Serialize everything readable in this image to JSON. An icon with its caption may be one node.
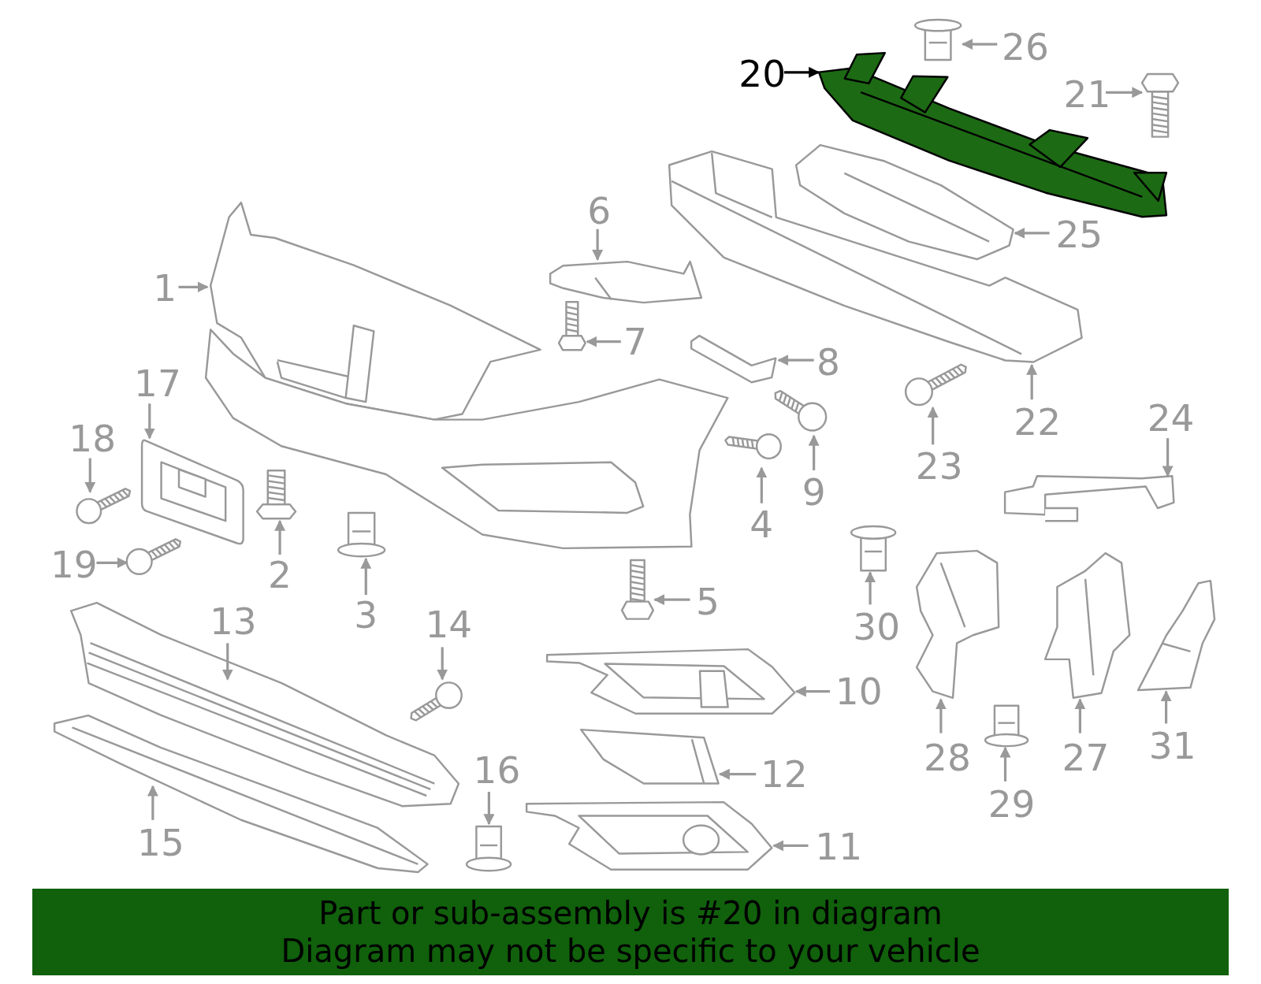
{
  "diagram": {
    "nodes": [
      {
        "text": [
          "1"
        ]
      },
      {
        "text": [],
        "shape": "picture"
      },
      {
        "text": [
          "2"
        ]
      },
      {
        "text": [],
        "shape": "picture"
      },
      {
        "text": [
          "3"
        ]
      },
      {
        "text": [],
        "shape": "picture"
      },
      {
        "text": [
          "4"
        ]
      },
      {
        "text": [],
        "shape": "picture"
      },
      {
        "text": [
          "5"
        ]
      },
      {
        "text": [],
        "shape": "picture"
      },
      {
        "text": [
          "6"
        ]
      },
      {
        "text": [],
        "shape": "picture"
      },
      {
        "text": [
          "7"
        ]
      },
      {
        "text": [],
        "shape": "picture"
      },
      {
        "text": [
          "8"
        ]
      },
      {
        "text": [],
        "shape": "picture"
      },
      {
        "text": [
          "9"
        ]
      },
      {
        "text": [],
        "shape": "picture"
      },
      {
        "text": [
          "10"
        ]
      },
      {
        "text": [],
        "shape": "picture"
      },
      {
        "text": [
          "11"
        ]
      },
      {
        "text": [],
        "shape": "picture"
      },
      {
        "text": [
          "12"
        ]
      },
      {
        "text": [],
        "shape": "picture"
      },
      {
        "text": [
          "13"
        ]
      },
      {
        "text": [],
        "shape": "picture"
      },
      {
        "text": [
          "14"
        ]
      },
      {
        "text": [],
        "shape": "picture"
      },
      {
        "text": [
          "15"
        ]
      },
      {
        "text": [],
        "shape": "picture"
      },
      {
        "text": [
          "16"
        ]
      },
      {
        "text": [],
        "shape": "picture"
      },
      {
        "text": [
          "17"
        ]
      },
      {
        "text": [],
        "shape": "picture"
      },
      {
        "text": [
          "18"
        ]
      },
      {
        "text": [],
        "shape": "picture"
      },
      {
        "text": [
          "19"
        ]
      },
      {
        "text": [],
        "shape": "picture"
      },
      {
        "text": [
          "20"
        ]
      },
      {
        "text": [],
        "shape": "picture"
      },
      {
        "text": [
          "21"
        ]
      },
      {
        "text": [],
        "shape": "picture"
      },
      {
        "text": [
          "22"
        ]
      },
      {
        "text": [],
        "shape": "picture"
      },
      {
        "text": [
          "23"
        ]
      },
      {
        "text": [],
        "shape": "picture"
      },
      {
        "text": [
          "24"
        ]
      },
      {
        "text": [],
        "shape": "picture"
      },
      {
        "text": [
          "25"
        ]
      },
      {
        "text": [],
        "shape": "picture"
      },
      {
        "text": [
          "26"
        ]
      },
      {
        "text": [],
        "shape": "picture"
      },
      {
        "text": [
          "27"
        ]
      },
      {
        "text": [],
        "shape": "picture"
      },
      {
        "text": [
          "28"
        ]
      },
      {
        "text": [],
        "shape": "picture"
      },
      {
        "text": [
          "29"
        ]
      },
      {
        "text": [],
        "shape": "picture"
      },
      {
        "text": [
          "30"
        ]
      },
      {
        "text": [],
        "shape": "picture"
      },
      {
        "text": [
          "31"
        ]
      },
      {
        "text": [],
        "shape": "picture"
      },
      {
        "text": [
          "Part or sub-assembly is #20 in diagram",
          "Diagram may not be specific to your vehicle"
        ]
      }
    ],
    "edges": [
      {
        "from": 0,
        "to": 1,
        "arrow": "to"
      },
      {
        "from": 2,
        "to": 3,
        "arrow": "to"
      },
      {
        "from": 4,
        "to": 5,
        "arrow": "to"
      },
      {
        "from": 6,
        "to": 7,
        "arrow": "to"
      },
      {
        "from": 8,
        "to": 9,
        "arrow": "to"
      },
      {
        "from": 10,
        "to": 11,
        "arrow": "to"
      },
      {
        "from": 12,
        "to": 13,
        "arrow": "to"
      },
      {
        "from": 14,
        "to": 15,
        "arrow": "to"
      },
      {
        "from": 16,
        "to": 17,
        "arrow": "to"
      },
      {
        "from": 18,
        "to": 19,
        "arrow": "to"
      },
      {
        "from": 20,
        "to": 21,
        "arrow": "to"
      },
      {
        "from": 22,
        "to": 23,
        "arrow": "to"
      },
      {
        "from": 24,
        "to": 25,
        "arrow": "to"
      },
      {
        "from": 26,
        "to": 27,
        "arrow": "to"
      },
      {
        "from": 28,
        "to": 29,
        "arrow": "to"
      },
      {
        "from": 30,
        "to": 31,
        "arrow": "to"
      },
      {
        "from": 32,
        "to": 33,
        "arrow": "to"
      },
      {
        "from": 34,
        "to": 35,
        "arrow": "to"
      },
      {
        "from": 36,
        "to": 37,
        "arrow": "to"
      },
      {
        "from": 38,
        "to": 39,
        "arrow": "to",
        "color": "#000000"
      },
      {
        "from": 40,
        "to": 41,
        "arrow": "to"
      },
      {
        "from": 42,
        "to": 43,
        "arrow": "to"
      },
      {
        "from": 44,
        "to": 45,
        "arrow": "to"
      },
      {
        "from": 46,
        "to": 47,
        "arrow": "to"
      },
      {
        "from": 48,
        "to": 49,
        "arrow": "to"
      },
      {
        "from": 50,
        "to": 51,
        "arrow": "to"
      },
      {
        "from": 52,
        "to": 53,
        "arrow": "to"
      },
      {
        "from": 54,
        "to": 55,
        "arrow": "to"
      },
      {
        "from": 56,
        "to": 57,
        "arrow": "to"
      },
      {
        "from": 58,
        "to": 59,
        "arrow": "to"
      },
      {
        "from": 60,
        "to": 61,
        "arrow": "to"
      }
    ]
  }
}
